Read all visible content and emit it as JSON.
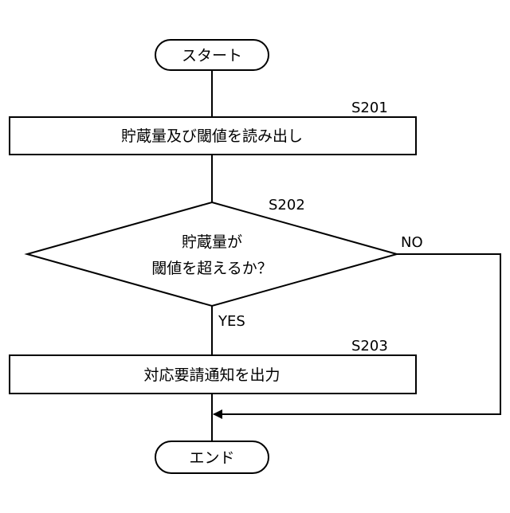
{
  "flowchart": {
    "start": {
      "label": "スタート"
    },
    "steps": [
      {
        "id": "S201",
        "label": "貯蔵量及び閾値を読み出し"
      },
      {
        "id": "S203",
        "label": "対応要請通知を出力"
      }
    ],
    "decision": {
      "id": "S202",
      "lines": [
        "貯蔵量が",
        "閾値を超えるか？"
      ],
      "yes_label": "YES",
      "no_label": "NO"
    },
    "end": {
      "label": "エンド"
    }
  },
  "colors": {
    "stroke": "#000000",
    "fill": "#ffffff"
  }
}
